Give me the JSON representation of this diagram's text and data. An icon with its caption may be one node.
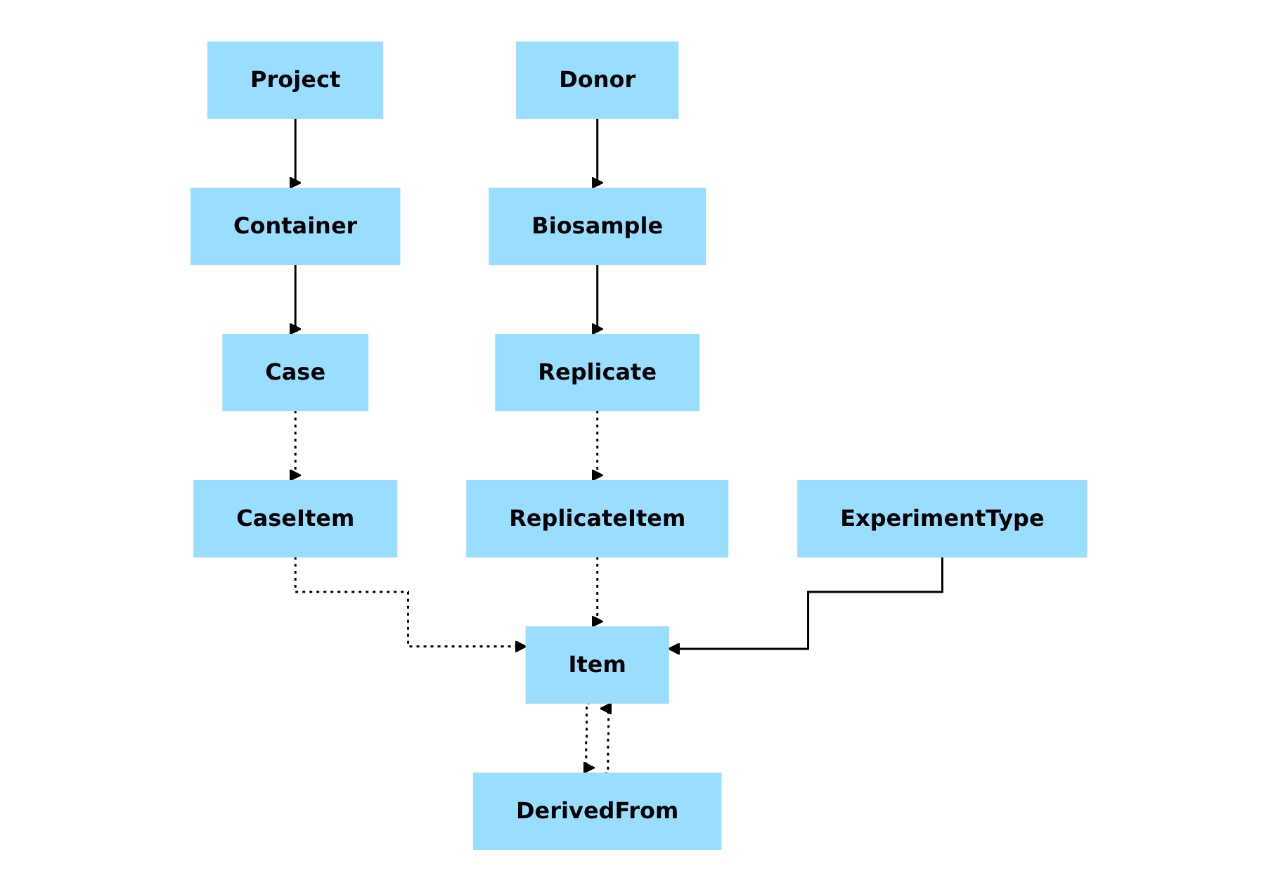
{
  "diagram": {
    "nodes": [
      {
        "text": [
          "Donor"
        ]
      },
      {
        "text": [
          "Container"
        ]
      },
      {
        "text": [
          "Project"
        ]
      },
      {
        "text": [
          "Biosample"
        ]
      },
      {
        "text": [
          "Case"
        ]
      },
      {
        "text": [
          "ExperimentType"
        ]
      },
      {
        "text": [
          "Replicate"
        ]
      },
      {
        "text": [
          "CaseItem"
        ]
      },
      {
        "text": [
          "ReplicateItem"
        ]
      },
      {
        "text": [
          "Item"
        ]
      },
      {
        "text": [
          "DerivedFrom"
        ]
      }
    ],
    "edges": [
      {
        "from": 0,
        "to": 3,
        "arrow": "to"
      },
      {
        "from": 3,
        "to": 6,
        "arrow": "to"
      },
      {
        "from": 6,
        "to": 8,
        "arrow": "to",
        "style": "dashed"
      },
      {
        "from": 2,
        "to": 1,
        "arrow": "to"
      },
      {
        "from": 1,
        "to": 4,
        "arrow": "to"
      },
      {
        "from": 4,
        "to": 7,
        "arrow": "to",
        "style": "dashed"
      },
      {
        "from": 7,
        "to": 9,
        "arrow": "to",
        "style": "dashed"
      },
      {
        "from": 8,
        "to": 9,
        "arrow": "to",
        "style": "dashed"
      },
      {
        "from": 5,
        "to": 9,
        "arrow": "to"
      },
      {
        "from": 9,
        "to": 10,
        "arrow": "to",
        "style": "dashed"
      },
      {
        "from": 10,
        "to": 9,
        "arrow": "to",
        "style": "dashed"
      }
    ]
  }
}
